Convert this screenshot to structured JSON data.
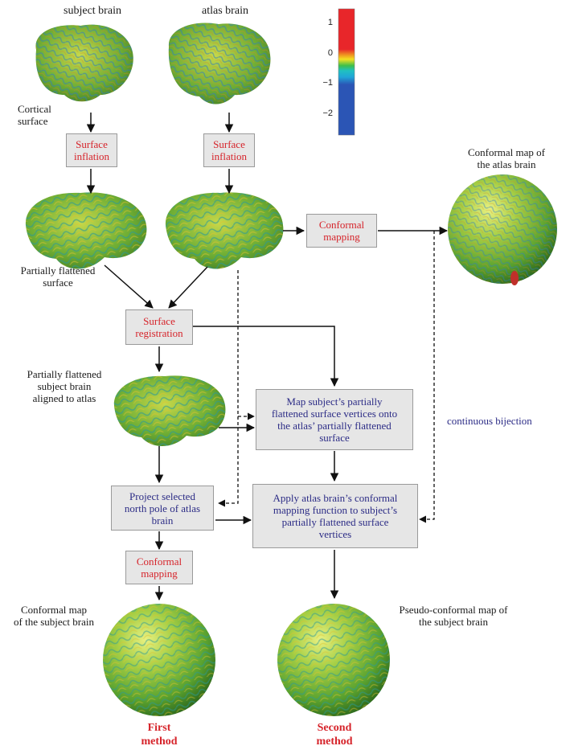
{
  "labels": {
    "subject_brain": "subject brain",
    "atlas_brain": "atlas brain",
    "cortical_surface": "Cortical\nsurface",
    "partially_flattened_surface": "Partially flattened\nsurface",
    "partially_flattened_aligned": "Partially flattened\nsubject brain\naligned to atlas",
    "conformal_map_atlas": "Conformal map of\nthe atlas brain",
    "conformal_map_subject": "Conformal map\nof the subject brain",
    "pseudo_conformal_map_subject": "Pseudo-conformal map of\nthe subject  brain",
    "continuous_bijection": "continuous bijection"
  },
  "boxes": {
    "surface_inflation_subject": "Surface\ninflation",
    "surface_inflation_atlas": "Surface\ninflation",
    "conformal_mapping_atlas": "Conformal\nmapping",
    "surface_registration": "Surface\nregistration",
    "map_vertices": "Map subject’s partially\nflattened surface vertices onto\nthe atlas’ partially flattened\nsurface",
    "project_north_pole": "Project selected\nnorth pole of atlas\nbrain",
    "apply_conformal": "Apply atlas brain’s conformal\nmapping function  to subject’s\npartially flattened surface\nvertices",
    "conformal_mapping_subject": "Conformal\nmapping"
  },
  "methods": {
    "first": "First\nmethod",
    "second": "Second\nmethod"
  },
  "colorbar": {
    "ticks": [
      "1",
      "0",
      "−1",
      "−2"
    ],
    "colors": [
      "#e8262a",
      "#f4e021",
      "#3dbf4a",
      "#20a6d8",
      "#2b55b5"
    ]
  },
  "colors": {
    "box_red_text": "#d6232a",
    "box_blue_text": "#2c2c86",
    "box_fill": "#e6e6e6",
    "brain_green": "#6ab03a"
  }
}
